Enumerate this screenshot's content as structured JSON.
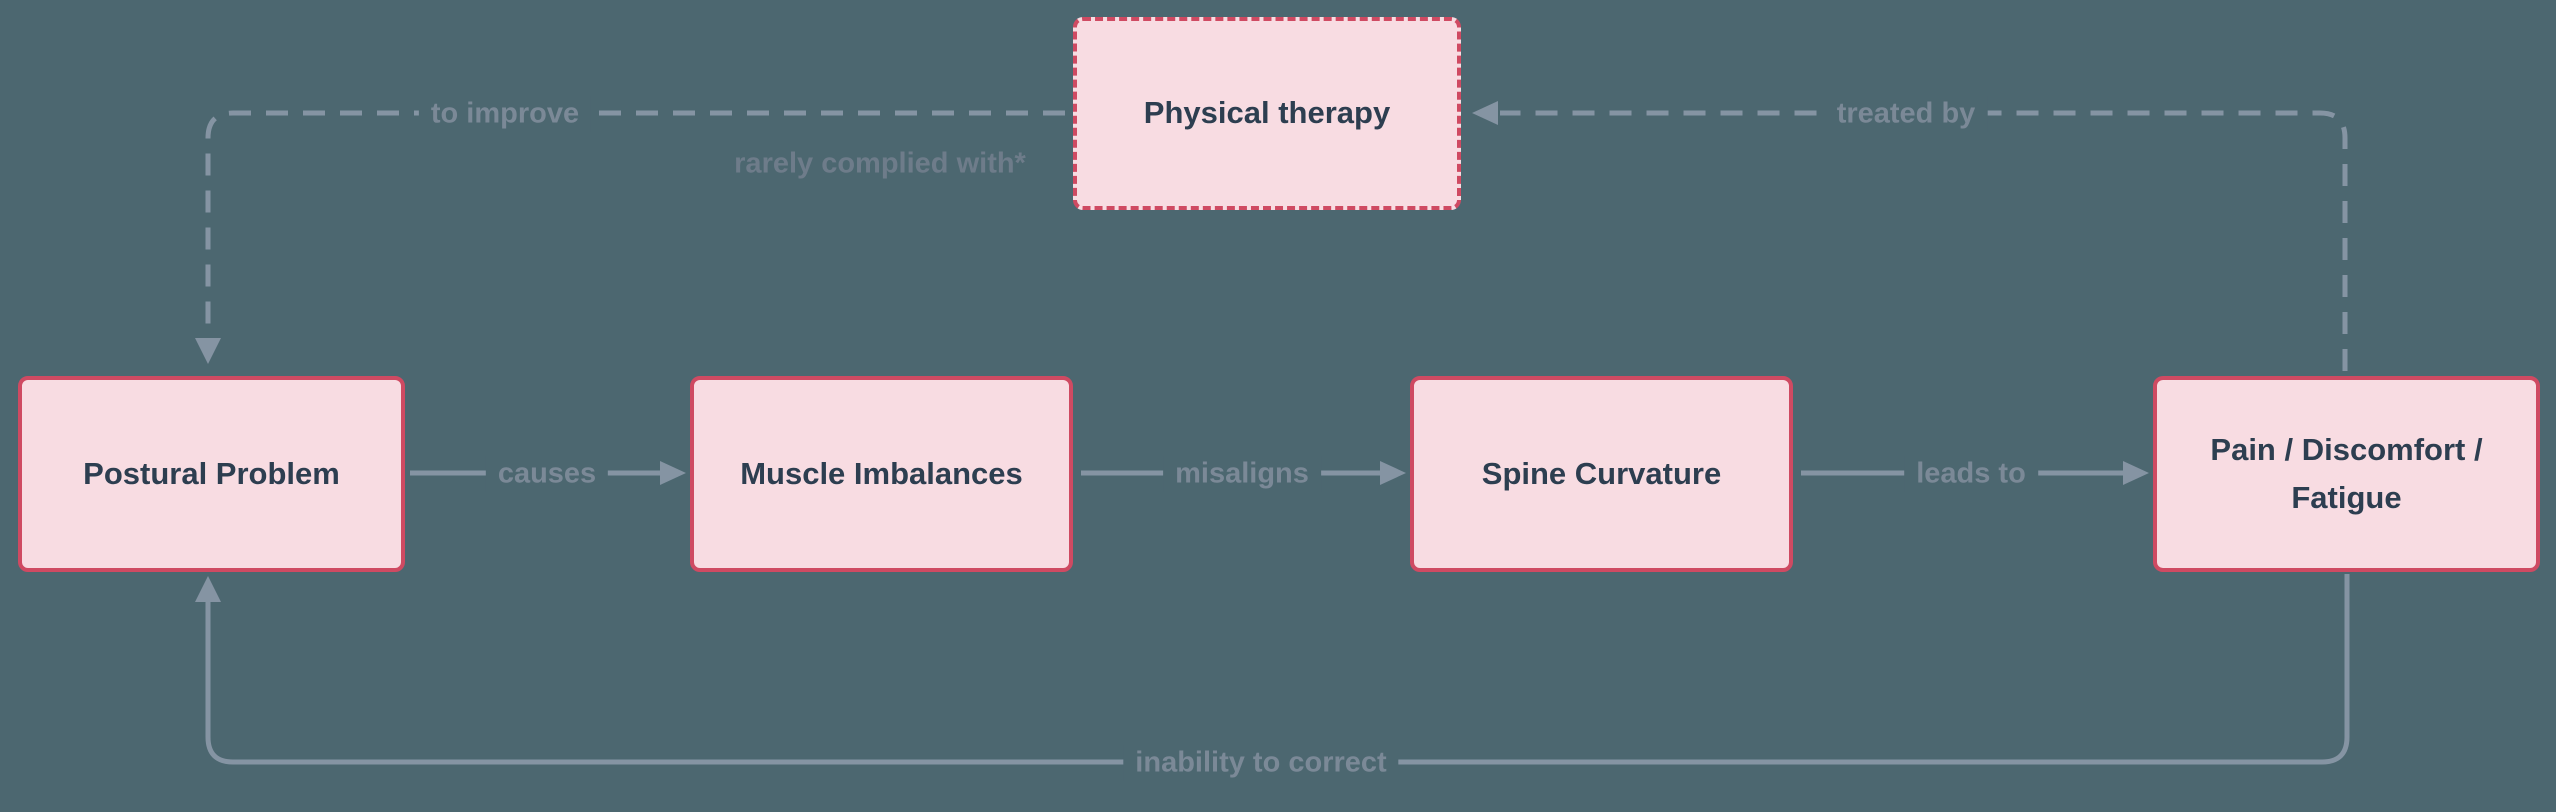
{
  "diagram": {
    "type": "flowchart",
    "background_color": "#4c6770",
    "node_fill_color": "#f8dce2",
    "node_border_color": "#cf4a62",
    "node_text_color": "#2d3e50",
    "edge_color": "#8594a3",
    "edge_label_color": "#7b8997",
    "nodes": {
      "physical_therapy": {
        "label": "Physical therapy",
        "border_style": "dashed"
      },
      "postural_problem": {
        "label": "Postural Problem",
        "border_style": "solid"
      },
      "muscle_imbalances": {
        "label": "Muscle Imbalances",
        "border_style": "solid"
      },
      "spine_curvature": {
        "label": "Spine Curvature",
        "border_style": "solid"
      },
      "pain_discomfort_fatigue": {
        "label": "Pain / Discomfort / Fatigue",
        "border_style": "solid"
      }
    },
    "edges": {
      "causes": {
        "from": "postural_problem",
        "to": "muscle_imbalances",
        "label": "causes",
        "style": "solid"
      },
      "misaligns": {
        "from": "muscle_imbalances",
        "to": "spine_curvature",
        "label": "misaligns",
        "style": "solid"
      },
      "leads_to": {
        "from": "spine_curvature",
        "to": "pain_discomfort_fatigue",
        "label": "leads to",
        "style": "solid"
      },
      "inability_to_correct": {
        "from": "pain_discomfort_fatigue",
        "to": "postural_problem",
        "label": "inability to correct",
        "style": "solid"
      },
      "treated_by": {
        "from": "pain_discomfort_fatigue",
        "to": "physical_therapy",
        "label": "treated by",
        "style": "dashed"
      },
      "to_improve": {
        "from": "physical_therapy",
        "to": "postural_problem",
        "label": "to improve",
        "style": "dashed"
      }
    },
    "note": {
      "label": "rarely complied with*"
    }
  }
}
